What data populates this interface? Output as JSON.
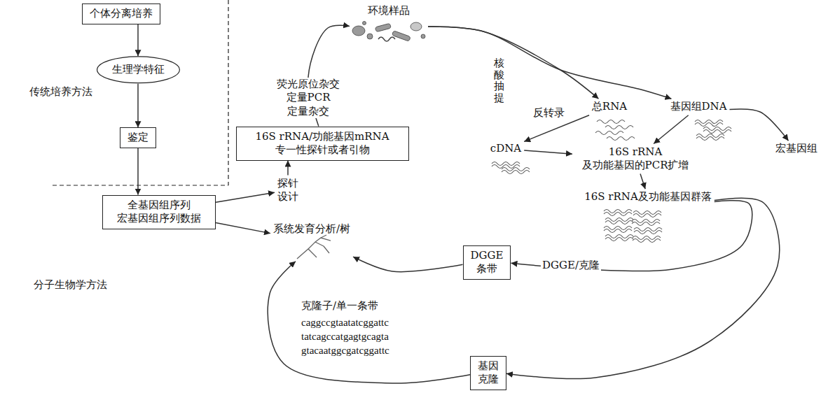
{
  "diagram": {
    "nodes": [
      {
        "text": [
          "个体分离培养"
        ]
      },
      {
        "text": [
          "生理学特征"
        ]
      },
      {
        "text": [
          "鉴定"
        ]
      },
      {
        "text": [
          "全基因组序列 宏基因组序列数据"
        ]
      },
      {
        "text": [
          "探针 设计"
        ]
      },
      {
        "text": [
          "系统发育分析/树"
        ]
      },
      {
        "text": [
          "16S rRNA/功能基因mRNA 专一性探针或者引物"
        ]
      },
      {
        "text": [
          "环境样品"
        ]
      },
      {
        "text": [
          "总RNA"
        ]
      },
      {
        "text": [
          "基因组DNA"
        ]
      },
      {
        "text": [
          "cDNA"
        ]
      },
      {
        "text": [
          "16S rRNA 及功能基因的PCR扩增"
        ]
      },
      {
        "text": [
          "宏基因组"
        ]
      },
      {
        "text": [
          "16S rRNA及功能基因群落"
        ]
      },
      {
        "text": [
          "DGGE 条带"
        ]
      },
      {
        "text": [
          "基因 克隆"
        ]
      }
    ],
    "edges": [
      {
        "from": 0,
        "to": 1,
        "arrow": "to"
      },
      {
        "from": 1,
        "to": 2,
        "arrow": "to"
      },
      {
        "from": 2,
        "to": 3,
        "arrow": "to"
      },
      {
        "from": 3,
        "to": 4,
        "arrow": "to"
      },
      {
        "from": 3,
        "to": 5,
        "arrow": "to"
      },
      {
        "from": 4,
        "to": 6,
        "arrow": "to"
      },
      {
        "from": 6,
        "to": 7,
        "arrow": "to",
        "label": "荧光原位杂交 定量PCR 定量杂交"
      },
      {
        "from": 7,
        "to": 8,
        "arrow": "to",
        "label": "核酸抽提"
      },
      {
        "from": 7,
        "to": 9,
        "arrow": "to"
      },
      {
        "from": 8,
        "to": 10,
        "arrow": "to",
        "label": "反转录"
      },
      {
        "from": 10,
        "to": 11,
        "arrow": "to"
      },
      {
        "from": 9,
        "to": 11,
        "arrow": "to"
      },
      {
        "from": 9,
        "to": 12,
        "arrow": "to"
      },
      {
        "from": 11,
        "to": 13,
        "arrow": "to"
      },
      {
        "from": 13,
        "to": 14,
        "arrow": "to",
        "label": "DGGE/克隆"
      },
      {
        "from": 13,
        "to": 15,
        "arrow": "to"
      },
      {
        "from": 14,
        "to": 5,
        "arrow": "to"
      },
      {
        "from": 15,
        "to": 5,
        "arrow": "to"
      }
    ],
    "labels": [
      "传统培养方法",
      "分子生物学方法",
      "克隆子/单一条带",
      "caggccgtaatatcggattc",
      "tatcagccatgagtgcagta",
      "gtacaatggcgatcggattc"
    ]
  }
}
